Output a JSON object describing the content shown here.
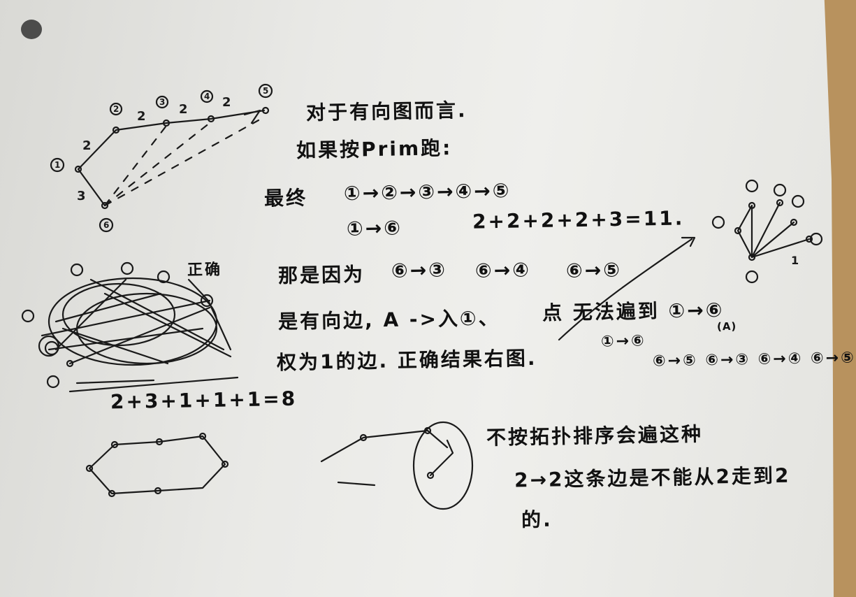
{
  "notes": {
    "heading": "对于有向图而言.",
    "prim_intro": "如果按Prim跑:",
    "final_label": "最终",
    "path_main": "①→②→③→④→⑤",
    "path_side": "①→⑥",
    "sum_prim": "2+2+2+2+3=11.",
    "reason_label": "那是因为",
    "reason_pairs": [
      "⑥→③",
      "⑥→④",
      "⑥→⑤"
    ],
    "directed_line": "是有向边, A ->入①、",
    "directed_tail": "点 无法遍到 ①→⑥",
    "weight_line": "权为1的边. 正确结果右图.",
    "small_a": "(A)",
    "right_paths": "⑥→⑤  ⑥→③ ⑥→④ ⑥→⑤",
    "right_paths_2": "①→⑥",
    "correct_label": "正确",
    "sum_correct": "2+3+1+1+1=8",
    "topo_line_1": "不按拓扑排序会遍这种",
    "topo_line_2": "2→2这条边是不能从2走到2",
    "topo_line_3": "的."
  },
  "graph_labels": {
    "n1": "1",
    "n2": "2",
    "n3": "3",
    "n4": "4",
    "n5": "5",
    "n6": "6",
    "w12": "2",
    "w23": "2",
    "w34": "2",
    "w45": "2",
    "w16": "3",
    "w_right": "1"
  }
}
